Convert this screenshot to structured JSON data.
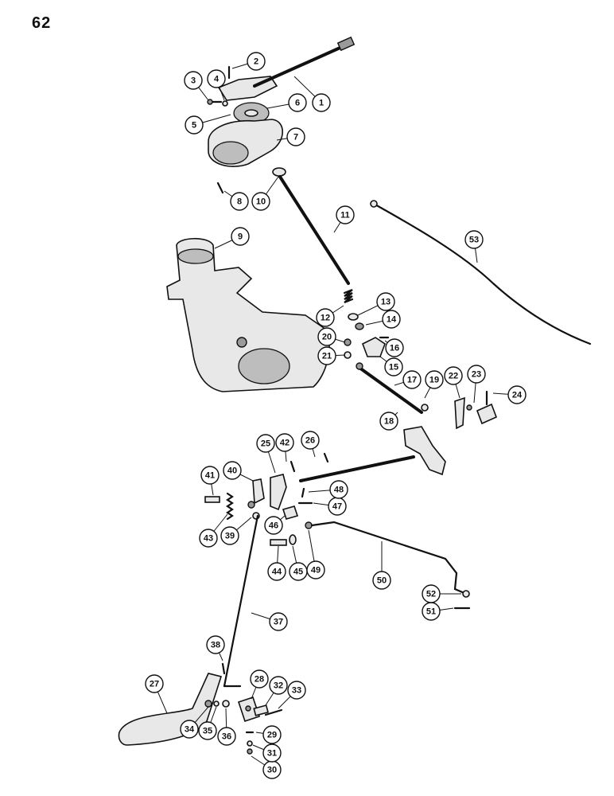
{
  "page": {
    "number": "62"
  },
  "callouts": [
    "1",
    "2",
    "3",
    "4",
    "5",
    "6",
    "7",
    "8",
    "9",
    "10",
    "11",
    "12",
    "13",
    "14",
    "15",
    "16",
    "17",
    "18",
    "19",
    "20",
    "21",
    "22",
    "23",
    "24",
    "25",
    "26",
    "27",
    "28",
    "29",
    "30",
    "31",
    "32",
    "33",
    "34",
    "35",
    "36",
    "37",
    "38",
    "39",
    "40",
    "41",
    "42",
    "43",
    "44",
    "45",
    "46",
    "47",
    "48",
    "49",
    "50",
    "51",
    "52",
    "53"
  ]
}
